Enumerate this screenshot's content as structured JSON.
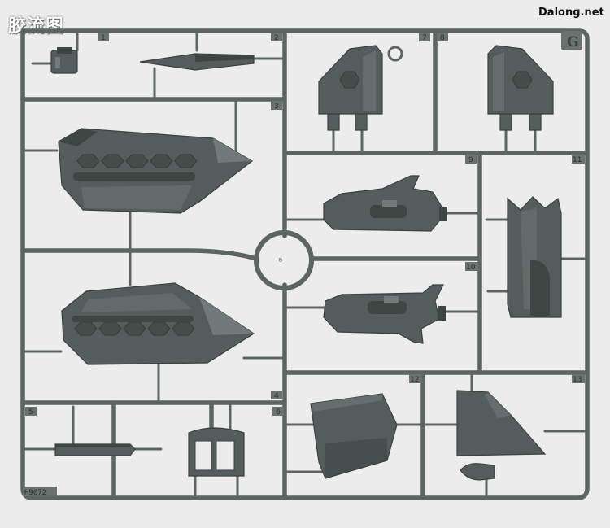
{
  "watermarks": {
    "site_cn": "胶流图",
    "site_en": "Dalong.net"
  },
  "runner": {
    "letter": "G",
    "code": "H9072",
    "part_numbers": [
      "1",
      "2",
      "3",
      "4",
      "5",
      "6",
      "7",
      "8",
      "9",
      "10",
      "11",
      "12",
      "13"
    ]
  },
  "colors": {
    "background": "#ececec",
    "plastic": "#5d6563",
    "plastic_dark": "#3e4644"
  }
}
